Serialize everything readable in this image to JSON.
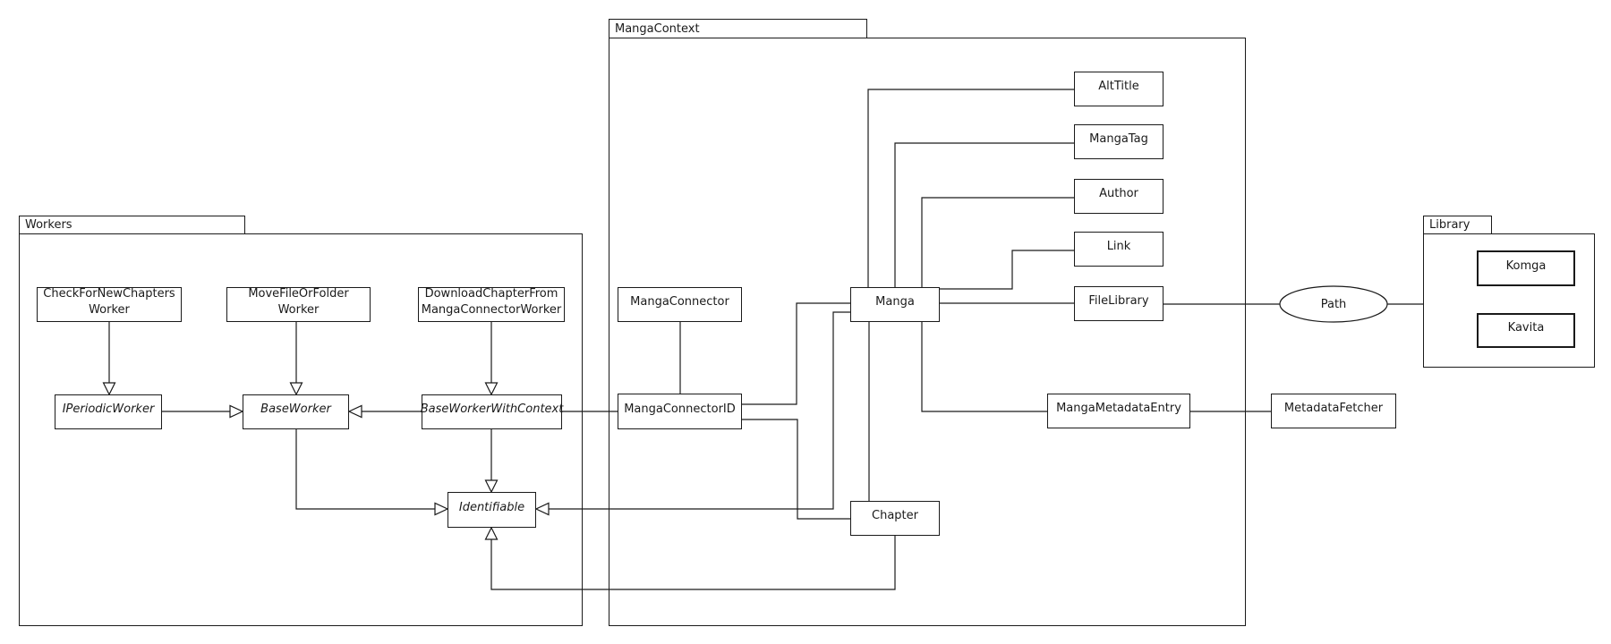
{
  "packages": {
    "workers": {
      "label": "Workers"
    },
    "mangaContext": {
      "label": "MangaContext"
    },
    "library": {
      "label": "Library"
    }
  },
  "nodes": {
    "checkForNewChaptersWorker": {
      "line1": "CheckForNewChapters",
      "line2": "Worker"
    },
    "moveFileOrFolderWorker": {
      "line1": "MoveFileOrFolder",
      "line2": "Worker"
    },
    "downloadChapterFromMangaConnectorWorker": {
      "line1": "DownloadChapterFrom",
      "line2": "MangaConnectorWorker"
    },
    "iPeriodicWorker": {
      "label": "IPeriodicWorker"
    },
    "baseWorker": {
      "label": "BaseWorker"
    },
    "baseWorkerWithContext": {
      "label": "BaseWorkerWithContext"
    },
    "identifiable": {
      "label": "Identifiable"
    },
    "mangaConnector": {
      "label": "MangaConnector"
    },
    "mangaConnectorID": {
      "label": "MangaConnectorID"
    },
    "manga": {
      "label": "Manga"
    },
    "chapter": {
      "label": "Chapter"
    },
    "altTitle": {
      "label": "AltTitle"
    },
    "mangaTag": {
      "label": "MangaTag"
    },
    "author": {
      "label": "Author"
    },
    "link": {
      "label": "Link"
    },
    "fileLibrary": {
      "label": "FileLibrary"
    },
    "mangaMetadataEntry": {
      "label": "MangaMetadataEntry"
    },
    "metadataFetcher": {
      "label": "MetadataFetcher"
    },
    "komga": {
      "label": "Komga"
    },
    "kavita": {
      "label": "Kavita"
    },
    "path": {
      "label": "Path"
    }
  },
  "edges": [
    {
      "from": "CheckForNewChaptersWorker",
      "to": "IPeriodicWorker",
      "type": "generalization"
    },
    {
      "from": "MoveFileOrFolderWorker",
      "to": "BaseWorker",
      "type": "generalization"
    },
    {
      "from": "DownloadChapterFromMangaConnectorWorker",
      "to": "BaseWorkerWithContext",
      "type": "generalization"
    },
    {
      "from": "IPeriodicWorker",
      "to": "BaseWorker",
      "type": "generalization"
    },
    {
      "from": "BaseWorkerWithContext",
      "to": "BaseWorker",
      "type": "generalization"
    },
    {
      "from": "BaseWorker",
      "to": "Identifiable",
      "type": "generalization"
    },
    {
      "from": "BaseWorkerWithContext",
      "to": "Identifiable",
      "type": "generalization"
    },
    {
      "from": "Manga",
      "to": "Identifiable",
      "type": "generalization"
    },
    {
      "from": "Chapter",
      "to": "Identifiable",
      "type": "generalization"
    },
    {
      "from": "BaseWorkerWithContext",
      "to": "MangaConnectorID",
      "type": "association"
    },
    {
      "from": "MangaConnector",
      "to": "MangaConnectorID",
      "type": "association"
    },
    {
      "from": "MangaConnectorID",
      "to": "Manga",
      "type": "association"
    },
    {
      "from": "MangaConnectorID",
      "to": "Chapter",
      "type": "association"
    },
    {
      "from": "Manga",
      "to": "AltTitle",
      "type": "association"
    },
    {
      "from": "Manga",
      "to": "MangaTag",
      "type": "association"
    },
    {
      "from": "Manga",
      "to": "Author",
      "type": "association"
    },
    {
      "from": "Manga",
      "to": "Link",
      "type": "association"
    },
    {
      "from": "Manga",
      "to": "FileLibrary",
      "type": "association"
    },
    {
      "from": "Manga",
      "to": "Chapter",
      "type": "association"
    },
    {
      "from": "Manga",
      "to": "MangaMetadataEntry",
      "type": "association"
    },
    {
      "from": "MangaMetadataEntry",
      "to": "MetadataFetcher",
      "type": "association"
    },
    {
      "from": "FileLibrary",
      "to": "Path",
      "type": "association"
    },
    {
      "from": "Path",
      "to": "Library",
      "type": "association"
    }
  ],
  "colors": {
    "line": "#1a1a1a",
    "background": "#ffffff",
    "box_fill": "#ffffff"
  }
}
